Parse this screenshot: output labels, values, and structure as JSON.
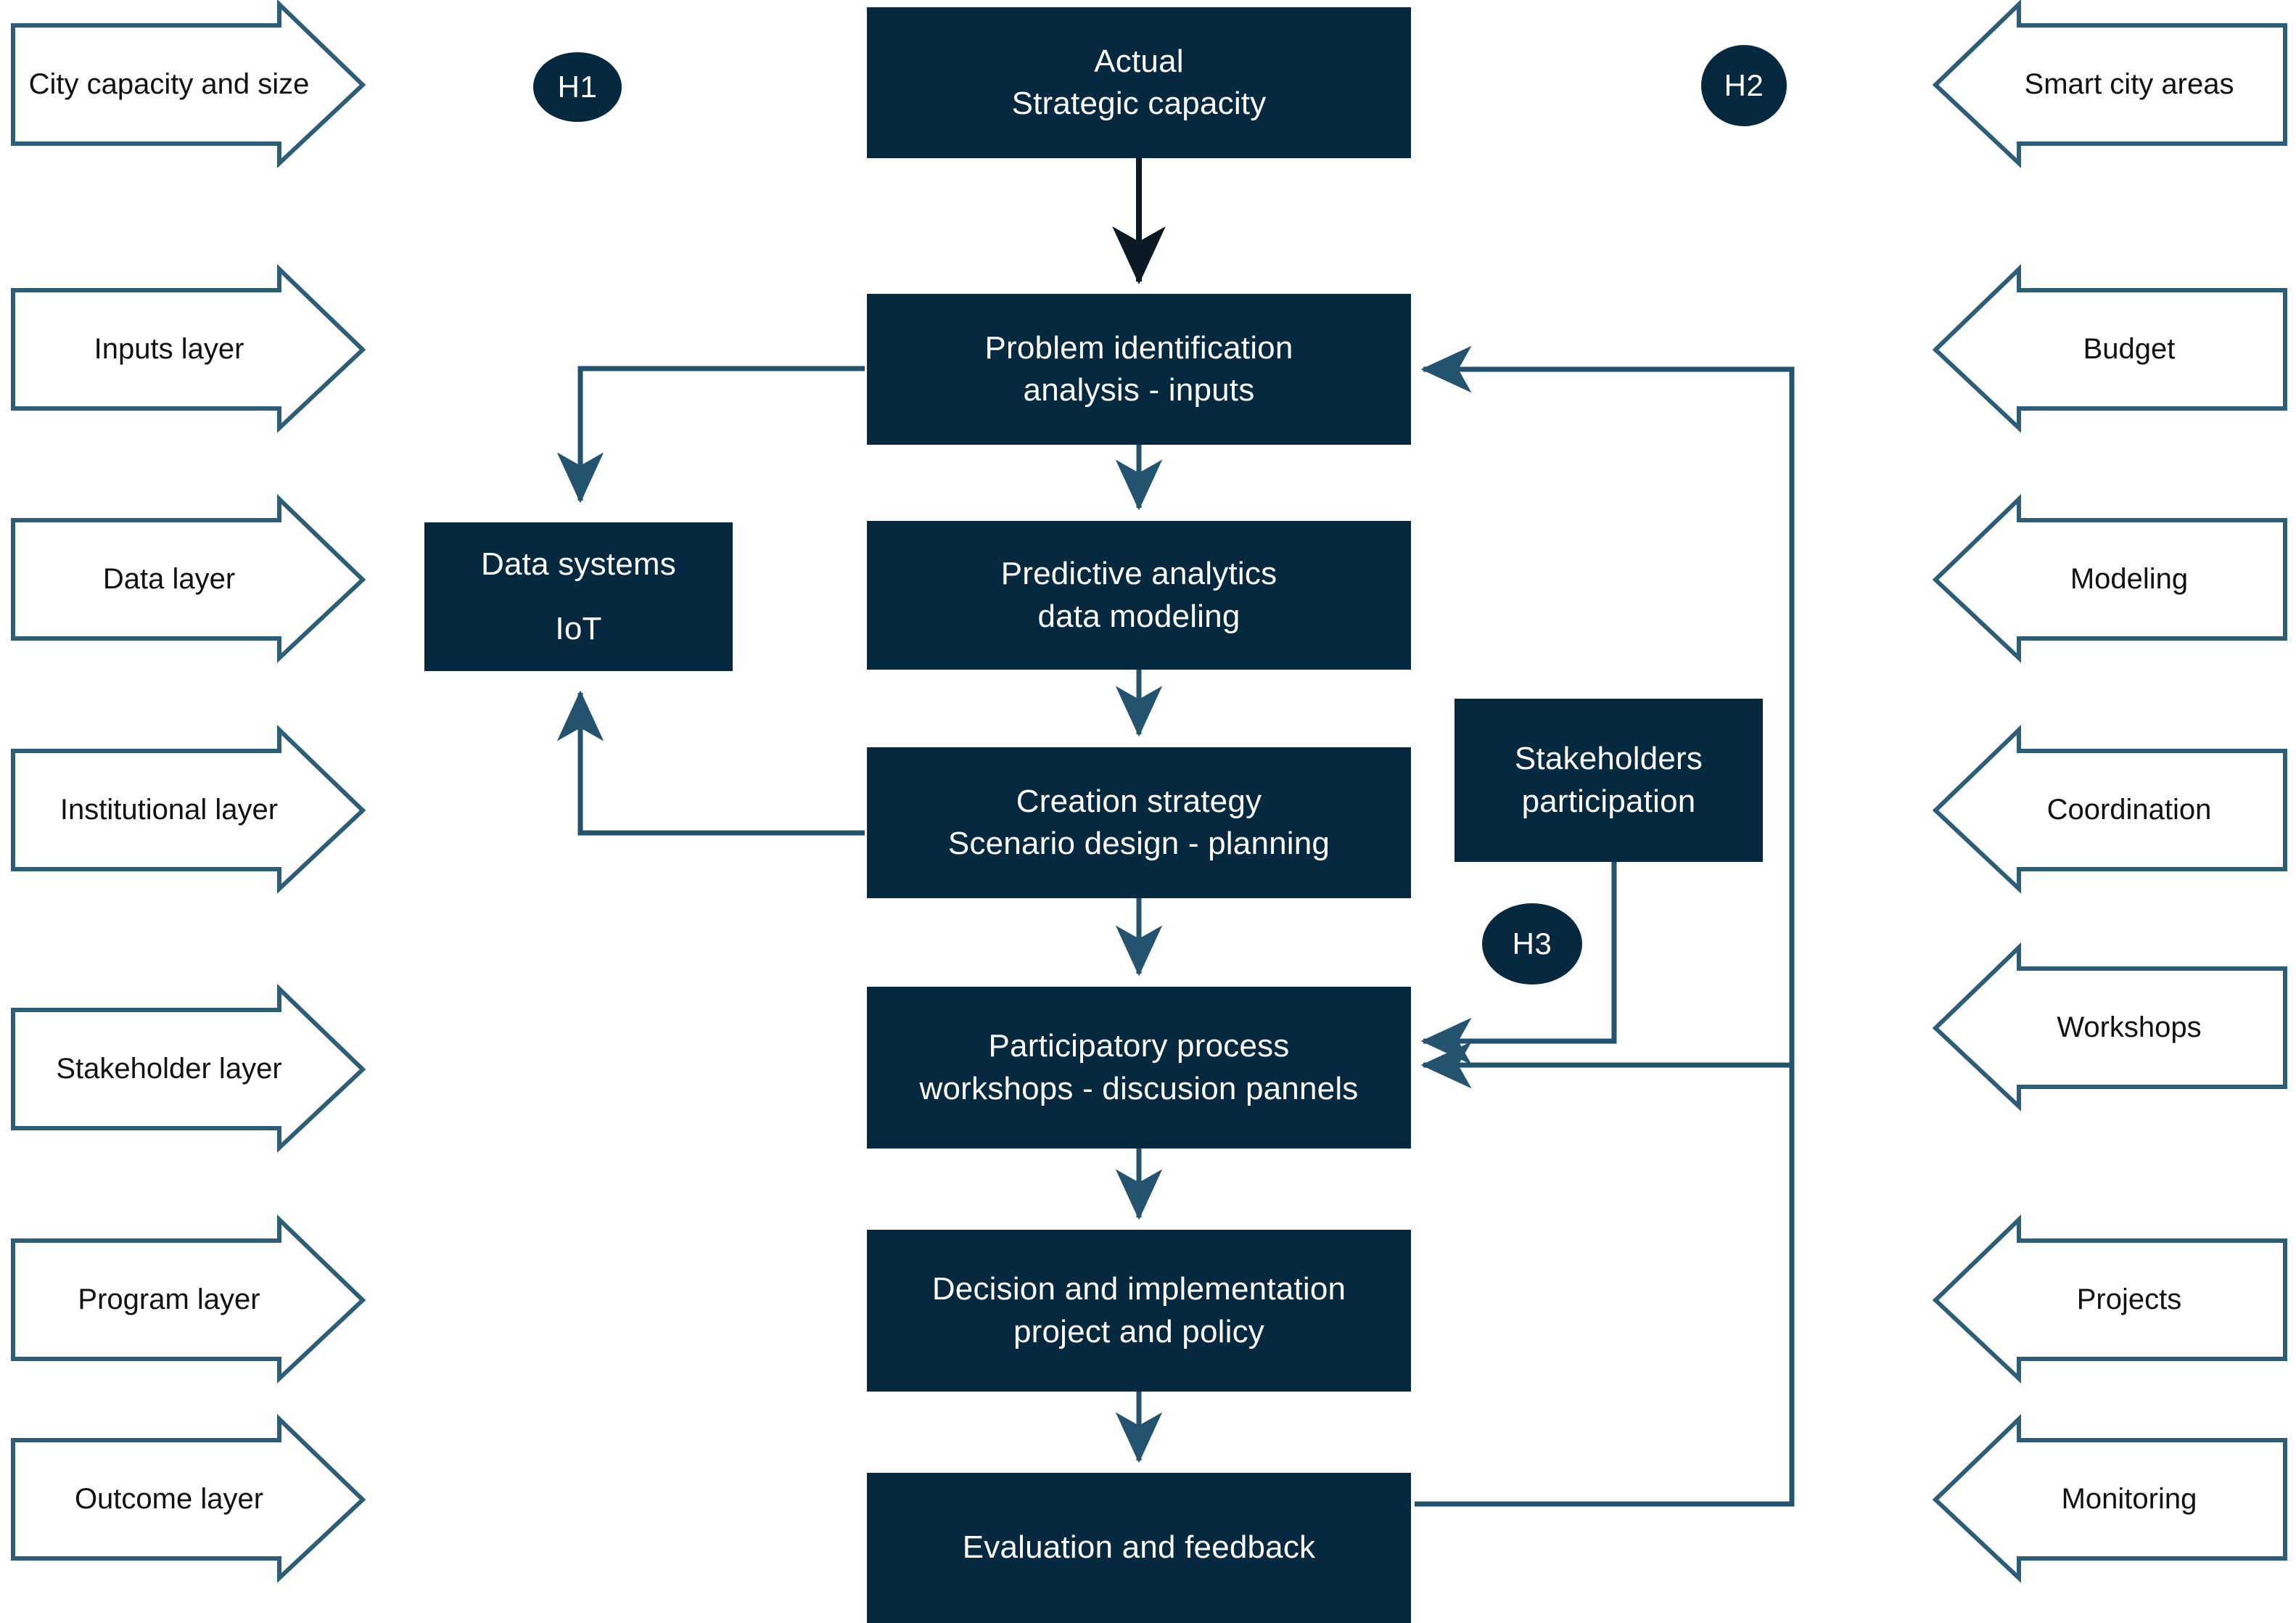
{
  "palette": {
    "node_fill": "#06293F",
    "node_text": "#FFFFFF",
    "arrow_outline": "#2E5D78",
    "connector": "#2E5D78",
    "label_text": "#111111",
    "background": "#FFFFFF"
  },
  "hypotheses": [
    {
      "id": "h1",
      "label": "H1"
    },
    {
      "id": "h2",
      "label": "H2"
    },
    {
      "id": "h3",
      "label": "H3"
    }
  ],
  "left_layers": [
    {
      "label": "City capacity and size"
    },
    {
      "label": "Inputs layer"
    },
    {
      "label": "Data layer"
    },
    {
      "label": "Institutional layer"
    },
    {
      "label": "Stakeholder layer"
    },
    {
      "label": "Program layer"
    },
    {
      "label": "Outcome layer"
    }
  ],
  "right_resources": [
    {
      "label": "Smart city areas"
    },
    {
      "label": "Budget"
    },
    {
      "label": "Modeling"
    },
    {
      "label": "Coordination"
    },
    {
      "label": "Workshops"
    },
    {
      "label": "Projects"
    },
    {
      "label": "Monitoring"
    }
  ],
  "process_nodes": [
    {
      "id": "actual",
      "line1": "Actual",
      "line2": "Strategic capacity"
    },
    {
      "id": "problem",
      "line1": "Problem identification",
      "line2": "analysis - inputs"
    },
    {
      "id": "predictive",
      "line1": "Predictive analytics",
      "line2": "data modeling"
    },
    {
      "id": "creation",
      "line1": "Creation strategy",
      "line2": "Scenario design - planning"
    },
    {
      "id": "participatory",
      "line1": "Participatory process",
      "line2": "workshops - discusion pannels"
    },
    {
      "id": "decision",
      "line1": "Decision and implementation",
      "line2": "project and policy"
    },
    {
      "id": "evaluation",
      "line1": "Evaluation and feedback",
      "line2": ""
    }
  ],
  "side_nodes": [
    {
      "id": "data_systems",
      "line1": "Data systems",
      "line2": "IoT"
    },
    {
      "id": "stakeholders",
      "line1": "Stakeholders",
      "line2": "participation"
    }
  ],
  "flow": {
    "type": "flowchart",
    "edges": [
      {
        "from": "actual",
        "to": "problem",
        "style": "straight-down"
      },
      {
        "from": "problem",
        "to": "data_systems",
        "style": "elbow-left"
      },
      {
        "from": "problem",
        "to": "predictive",
        "style": "straight-down"
      },
      {
        "from": "predictive",
        "to": "creation",
        "style": "straight-down"
      },
      {
        "from": "creation",
        "to": "data_systems",
        "style": "elbow-left-up"
      },
      {
        "from": "creation",
        "to": "participatory",
        "style": "straight-down"
      },
      {
        "from": "stakeholders",
        "to": "participatory",
        "style": "elbow-left"
      },
      {
        "from": "participatory",
        "to": "decision",
        "style": "straight-down"
      },
      {
        "from": "decision",
        "to": "evaluation",
        "style": "straight-down"
      },
      {
        "from": "evaluation",
        "to": "problem",
        "style": "feedback-right-outer"
      },
      {
        "from": "evaluation",
        "to": "participatory",
        "style": "feedback-right-inner"
      }
    ]
  }
}
